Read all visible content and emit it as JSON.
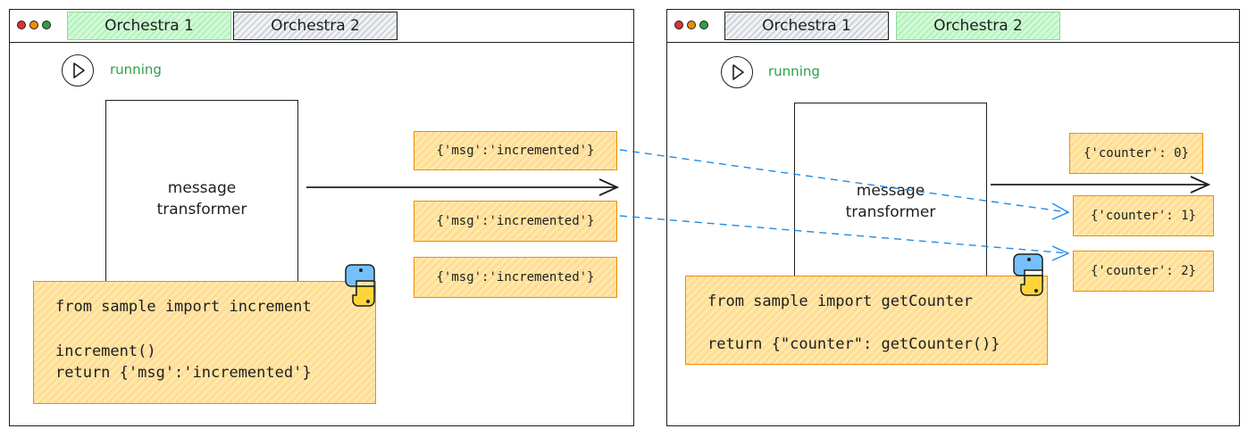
{
  "windows": [
    {
      "tabs": [
        {
          "label": "Orchestra 1",
          "active": true
        },
        {
          "label": "Orchestra 2",
          "active": false
        }
      ],
      "status": "running",
      "transformer_label": [
        "message",
        "transformer"
      ],
      "code_lines": [
        "from sample import increment",
        "",
        "increment()",
        "return {'msg':'incremented'}"
      ],
      "outputs": [
        "{'msg':'incremented'}",
        "{'msg':'incremented'}",
        "{'msg':'incremented'}"
      ]
    },
    {
      "tabs": [
        {
          "label": "Orchestra 1",
          "active": false
        },
        {
          "label": "Orchestra 2",
          "active": true
        }
      ],
      "status": "running",
      "transformer_label": [
        "message",
        "transformer"
      ],
      "code_lines": [
        "from sample import getCounter",
        "",
        "return {\"counter\": getCounter()}"
      ],
      "outputs": [
        "{'counter': 0}",
        "{'counter': 1}",
        "{'counter': 2}"
      ]
    }
  ],
  "colors": {
    "active_tab": "#b2f2bb",
    "status": "#2f9e44",
    "code_fill": "#ffd8a8",
    "code_border": "#f08c00",
    "link_arrow": "#228be6"
  },
  "icons": [
    "play-icon",
    "python-logo-icon"
  ]
}
